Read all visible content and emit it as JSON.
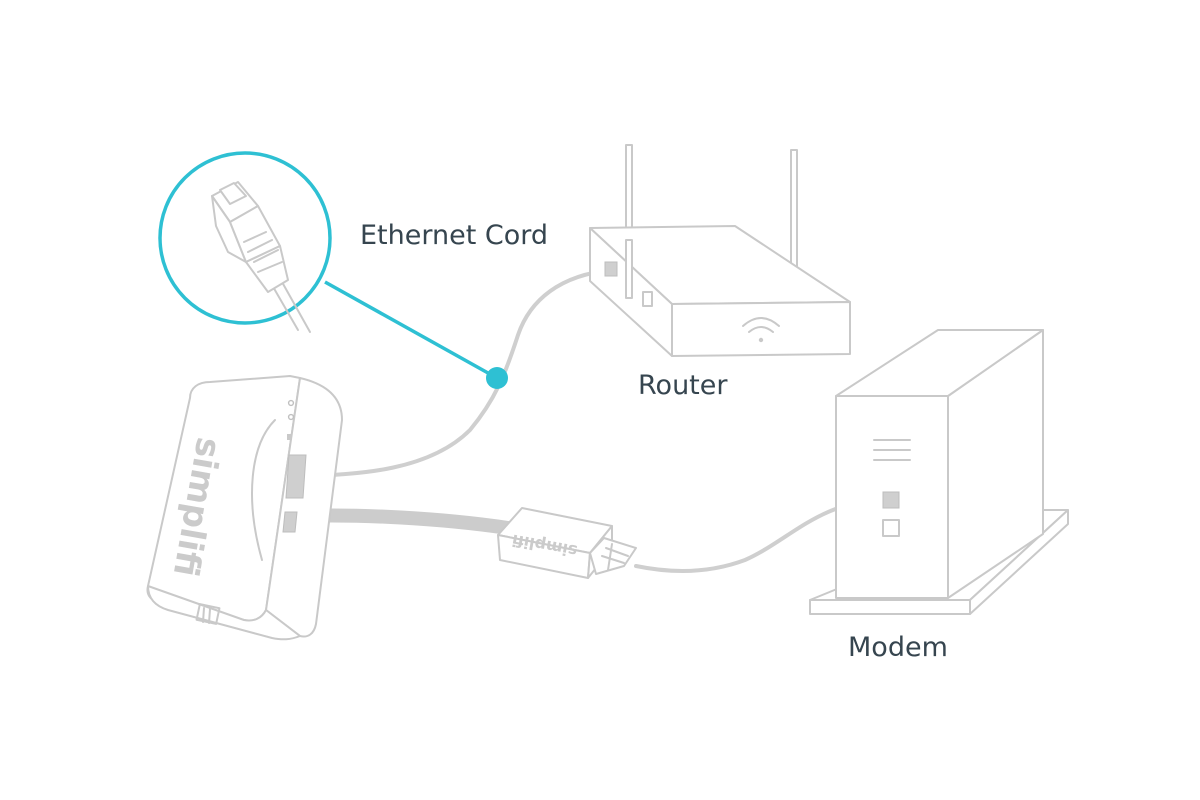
{
  "labels": {
    "ethernet_cord": "Ethernet Cord",
    "router": "Router",
    "modem": "Modem"
  },
  "devices": {
    "hub_brand": "simplifi",
    "adapter_brand": "simplifi"
  },
  "icons": {
    "callout": "ethernet-plug-icon",
    "router_wifi": "wifi-icon"
  },
  "colors": {
    "accent": "#2ec0d3",
    "device_outline": "#c9c9c9",
    "cable": "#cfcfcf",
    "label_text": "#36454f"
  }
}
